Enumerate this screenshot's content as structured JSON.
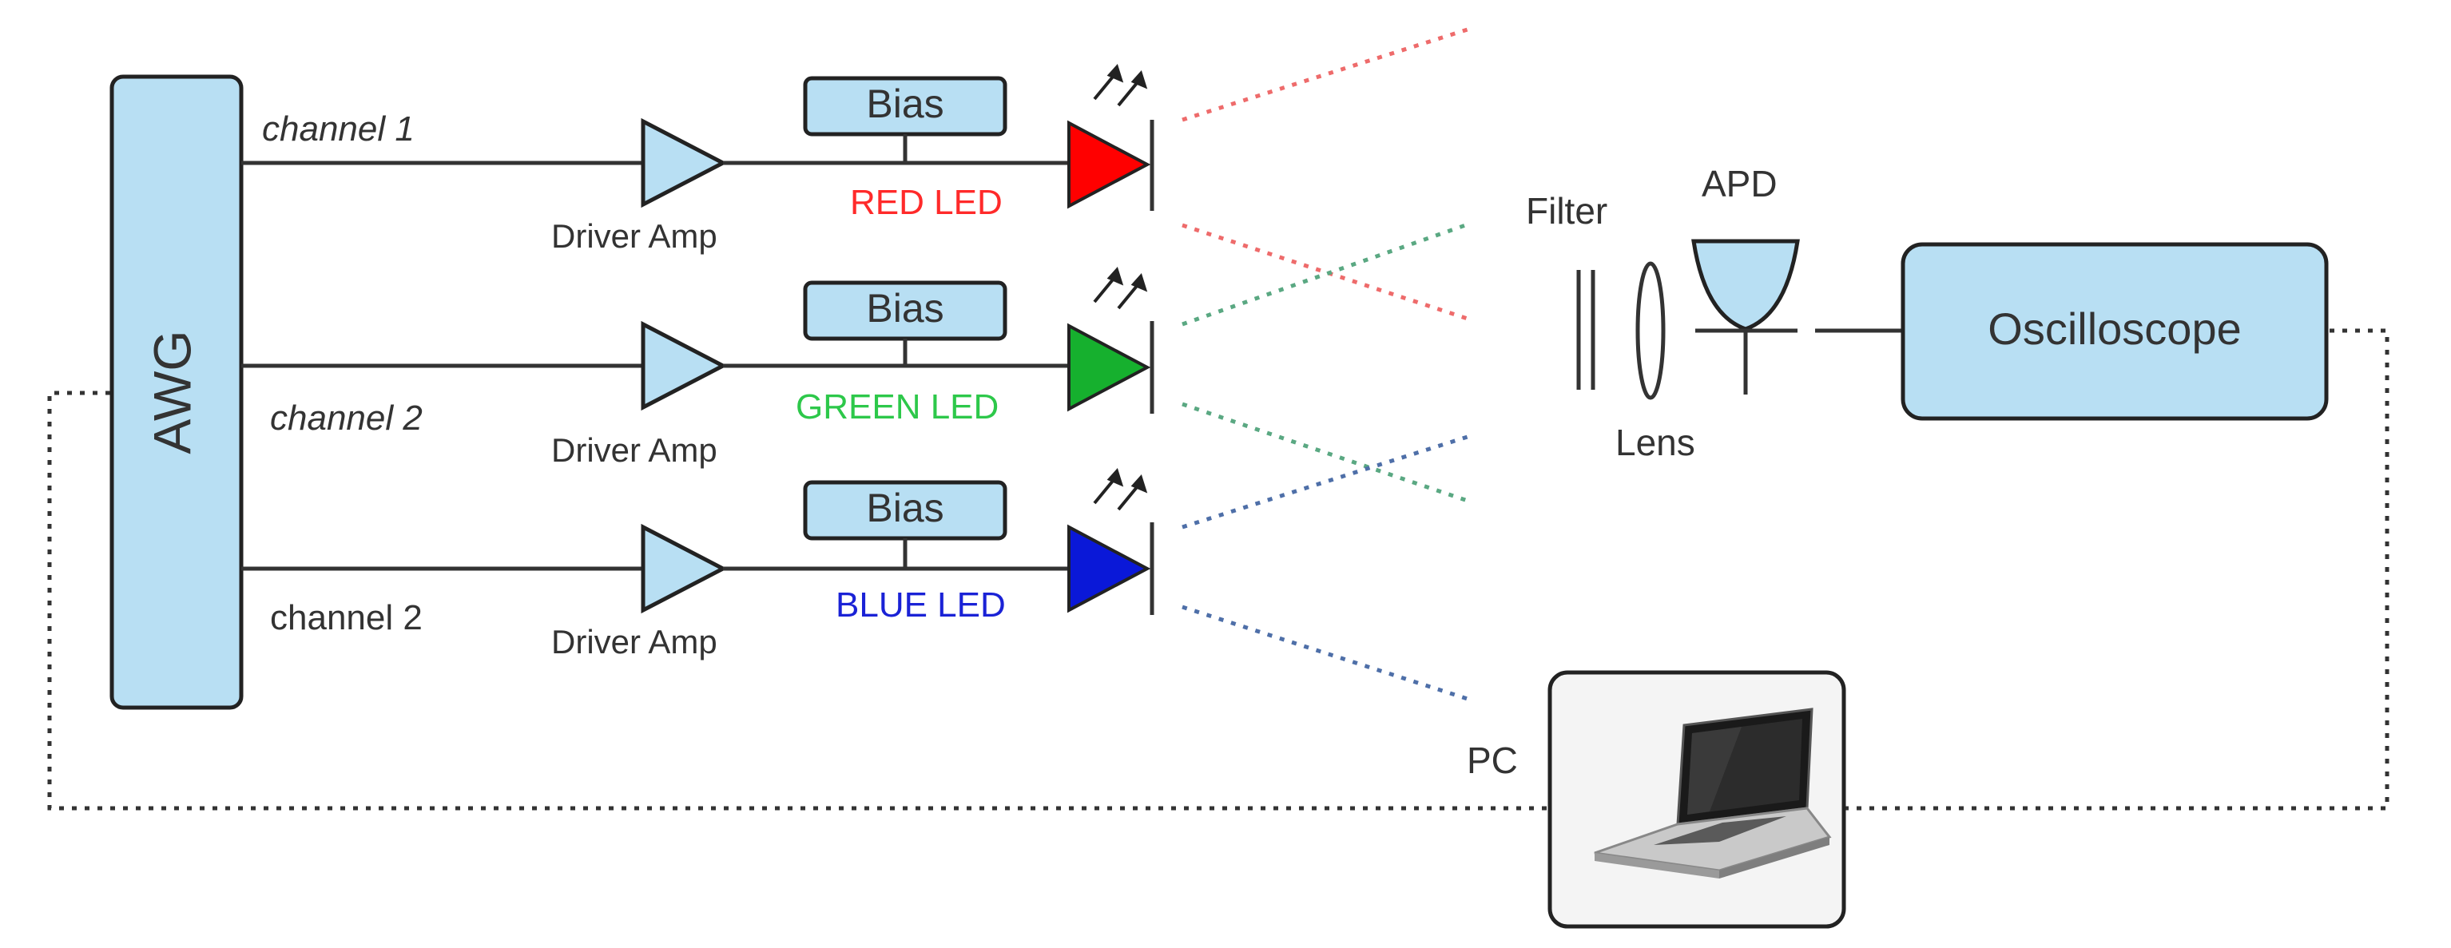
{
  "awg": {
    "label": "AWG"
  },
  "channels": [
    {
      "label": "channel 1",
      "italic": true
    },
    {
      "label": "channel 2",
      "italic": true
    },
    {
      "label": "channel 2",
      "italic": false
    }
  ],
  "driver_amp_label": "Driver Amp",
  "bias_label": "Bias",
  "leds": [
    {
      "label": "RED LED",
      "color": "#ff0000",
      "label_color": "#ff2a2a"
    },
    {
      "label": "GREEN LED",
      "color": "#16b02e",
      "label_color": "#2dc84a"
    },
    {
      "label": "BLUE LED",
      "color": "#0a18d8",
      "label_color": "#1a22d6"
    }
  ],
  "beam_colors": {
    "red": "#ee6b6b",
    "green": "#5aa882",
    "blue": "#4e6fa8"
  },
  "receiver": {
    "filter_label": "Filter",
    "lens_label": "Lens",
    "apd_label": "APD"
  },
  "oscilloscope": {
    "label": "Oscilloscope"
  },
  "pc": {
    "label": "PC"
  },
  "colors": {
    "box_fill": "#b8dff3",
    "line": "#333333"
  }
}
